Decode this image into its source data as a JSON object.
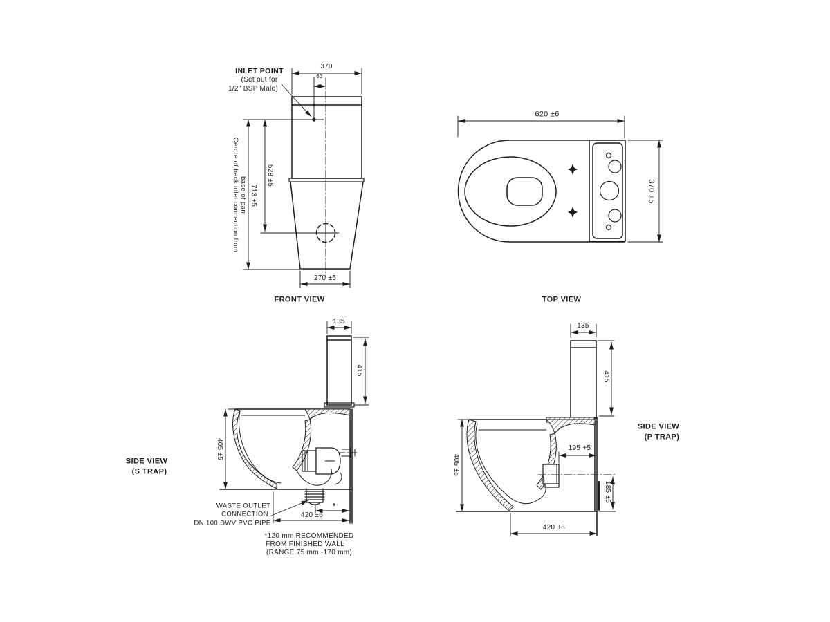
{
  "page": {
    "background": "#ffffff",
    "line_color": "#1c1c1c"
  },
  "views": {
    "front": {
      "label": "FRONT VIEW",
      "dims": {
        "width_top": "370",
        "inlet_offset": "63",
        "height_inlet": "713 ±5",
        "height_connection": "528 ±5",
        "base_width": "270 ±5"
      },
      "notes": {
        "inlet_1": "INLET POINT",
        "inlet_2": "(Set out for",
        "inlet_3": "1/2\" BSP Male)",
        "centre_1": "Centre of back inlet connection from",
        "centre_2": "base of pan"
      }
    },
    "top": {
      "label": "TOP VIEW",
      "dims": {
        "length": "620 ±6",
        "width": "370 ±5"
      }
    },
    "side_s": {
      "label_1": "SIDE VIEW",
      "label_2": "(S TRAP)",
      "dims": {
        "cistern_width": "135",
        "cistern_height": "415",
        "pan_height": "405 ±5",
        "outlet_star": "*",
        "setout": "420 ±6"
      },
      "notes": {
        "waste_1": "WASTE OUTLET",
        "waste_2": "CONNECTION",
        "waste_3": "DN 100 DWV PVC PIPE",
        "wall_1": "*120 mm RECOMMENDED",
        "wall_2": "FROM FINISHED WALL",
        "wall_3": "(RANGE 75 mm -170 mm)"
      }
    },
    "side_p": {
      "label_1": "SIDE VIEW",
      "label_2": "(P TRAP)",
      "dims": {
        "cistern_width": "135",
        "cistern_height": "415",
        "pan_height": "405 ±5",
        "outlet_length": "195 +5",
        "outlet_height": "185 ±5",
        "setout": "420 ±6"
      }
    }
  }
}
